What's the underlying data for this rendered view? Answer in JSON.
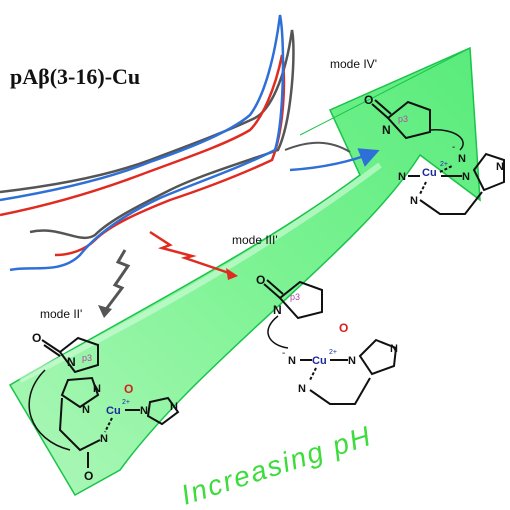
{
  "title": "pAβ(3-16)-Cu",
  "ph_label": "Increasing pH",
  "modes": {
    "ii": {
      "label": "mode II'",
      "p3": "p3",
      "O": "O",
      "N_ring": "N",
      "N_amide": "N",
      "N_side": "N",
      "N_im2": "N",
      "N_im2b": "N",
      "Cu": "Cu",
      "charge": "2+",
      "O_water": "O",
      "O_carbonyl": "O"
    },
    "iii": {
      "label": "mode III'",
      "p3": "p3",
      "O": "O",
      "N_ring": "N",
      "N_a": "N",
      "N_b": "N",
      "N_im": "N",
      "N_imb": "N",
      "Cu": "Cu",
      "charge": "2+",
      "O_water": "O",
      "minus": "-"
    },
    "iv": {
      "label": "mode IV'",
      "p3": "p3",
      "O": "O",
      "N_ring": "N",
      "N_a": "N",
      "N_b": "N",
      "N_im": "N",
      "N_imb": "N",
      "Cu": "Cu",
      "charge": "2+",
      "minus": "-"
    }
  },
  "colors": {
    "black_trace": "#555555",
    "red_trace": "#e02b20",
    "blue_trace": "#2f6fd8",
    "green_arrow": "#2ee85a",
    "ph_text": "#3ddc3d",
    "cu_text": "#1c2a9a",
    "oxygen": "#d81f1f",
    "p3_text": "#b04aa8"
  },
  "icons": [
    "curved-green-arrow",
    "zigzag-arrow-gray",
    "zigzag-arrow-red",
    "curved-arrow-blue"
  ]
}
